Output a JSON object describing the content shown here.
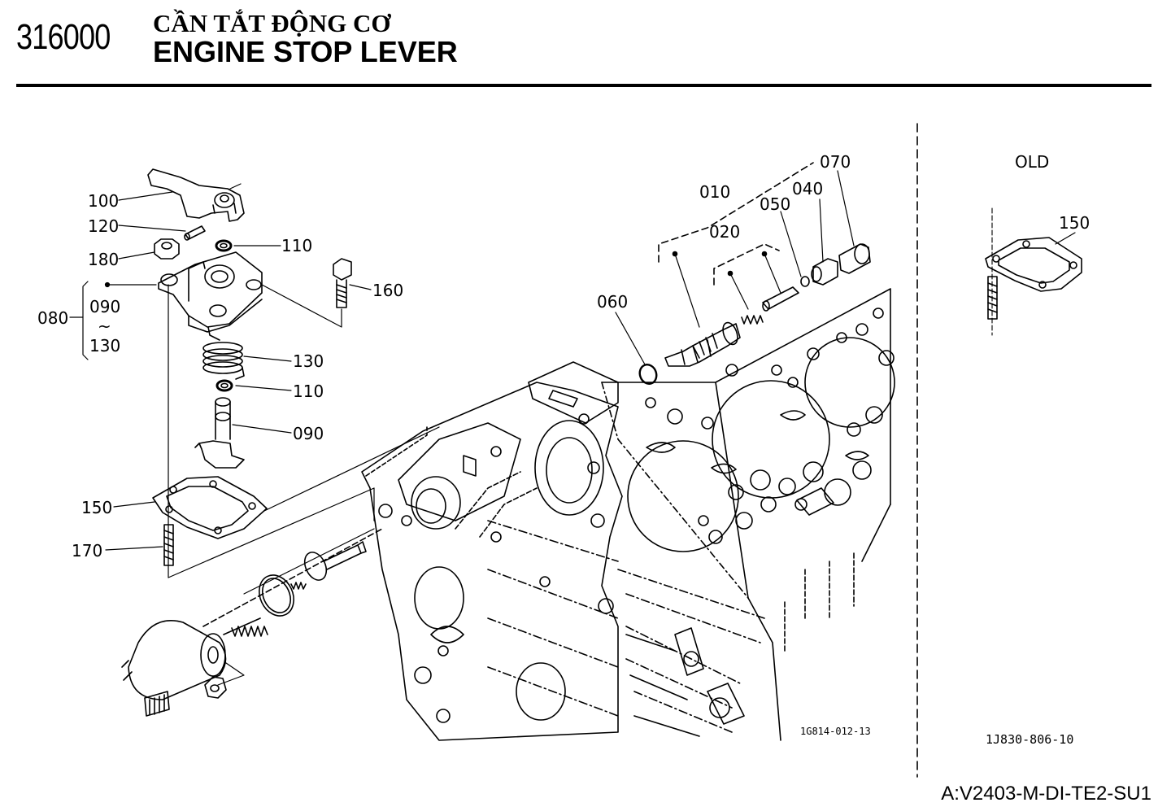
{
  "header": {
    "code": "316000",
    "title_vi": "CẦN TẮT ĐỘNG CƠ",
    "title_en": "ENGINE STOP LEVER"
  },
  "labels": {
    "p100": "100",
    "p120": "120",
    "p180": "180",
    "p110a": "110",
    "p160": "160",
    "p080": "080",
    "p090a": "090",
    "tilde": "~",
    "p130a": "130",
    "p130b": "130",
    "p110b": "110",
    "p090b": "090",
    "p150": "150",
    "p170": "170",
    "p010": "010",
    "p020": "020",
    "p050": "050",
    "p040": "040",
    "p070": "070",
    "p060": "060",
    "old_title": "OLD",
    "old_150": "150"
  },
  "figure_codes": {
    "main": "1G814-012-13",
    "old": "1J830-806-10"
  },
  "footer": {
    "model": "A:V2403-M-DI-TE2-SU1"
  }
}
